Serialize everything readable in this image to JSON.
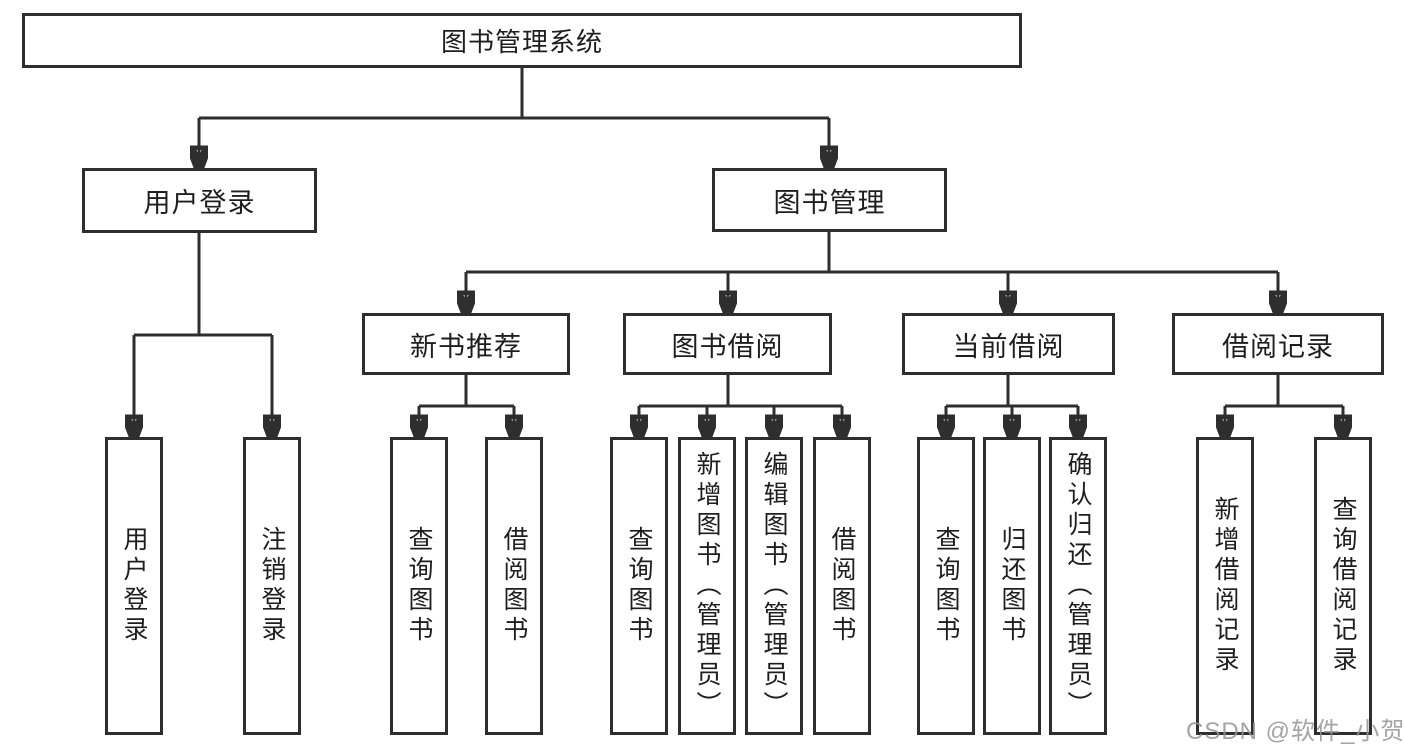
{
  "diagram": {
    "title_node": {
      "label": "图书管理系统"
    },
    "level2": [
      {
        "id": "user-login",
        "label": "用户登录",
        "children": [
          {
            "label": "用户登录"
          },
          {
            "label": "注销登录"
          }
        ]
      },
      {
        "id": "book-mgmt",
        "label": "图书管理",
        "children": [
          {
            "label": "新书推荐",
            "children": [
              {
                "label": "查询图书"
              },
              {
                "label": "借阅图书"
              }
            ]
          },
          {
            "label": "图书借阅",
            "children": [
              {
                "label": "查询图书"
              },
              {
                "label": "新增图书（管理员）"
              },
              {
                "label": "编辑图书（管理员）"
              },
              {
                "label": "借阅图书"
              }
            ]
          },
          {
            "label": "当前借阅",
            "children": [
              {
                "label": "查询图书"
              },
              {
                "label": "归还图书"
              },
              {
                "label": "确认归还（管理员）"
              }
            ]
          },
          {
            "label": "借阅记录",
            "children": [
              {
                "label": "新增借阅记录"
              },
              {
                "label": "查询借阅记录"
              }
            ]
          }
        ]
      }
    ]
  },
  "watermark": {
    "text": "CSDN @软件_小贺同学"
  },
  "colors": {
    "line": "#2e2e2e",
    "background": "#ffffff",
    "watermark": "#949494"
  }
}
